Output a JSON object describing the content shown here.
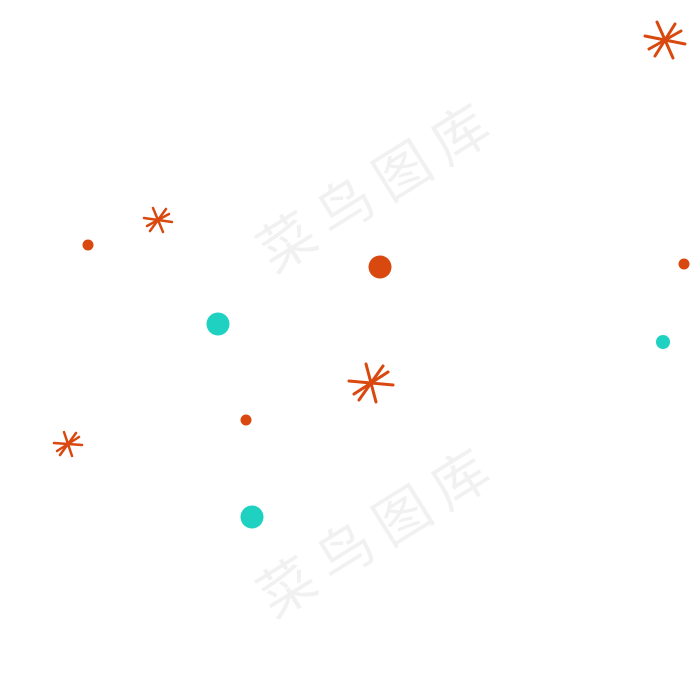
{
  "watermark": {
    "text": "菜鸟图库"
  },
  "colors": {
    "background": "#ffffff",
    "orange": "#d9480f",
    "teal": "#1fd1c1"
  },
  "decorations": {
    "asterisks": [
      {
        "name": "asterisk-top-right"
      },
      {
        "name": "asterisk-upper-left"
      },
      {
        "name": "asterisk-center"
      },
      {
        "name": "asterisk-lower-left"
      }
    ],
    "dots": [
      {
        "name": "dot-orange-1",
        "color": "orange"
      },
      {
        "name": "dot-orange-2",
        "color": "orange"
      },
      {
        "name": "dot-orange-3",
        "color": "orange"
      },
      {
        "name": "dot-orange-4",
        "color": "orange"
      },
      {
        "name": "dot-teal-1",
        "color": "teal"
      },
      {
        "name": "dot-teal-2",
        "color": "teal"
      },
      {
        "name": "dot-teal-3",
        "color": "teal"
      }
    ]
  }
}
